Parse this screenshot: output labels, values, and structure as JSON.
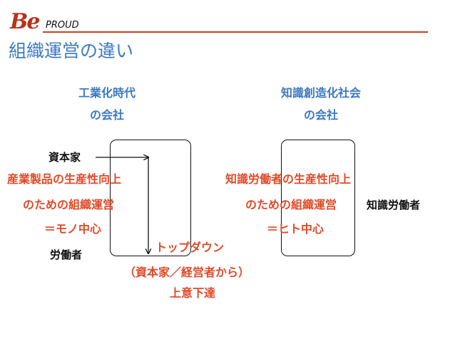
{
  "header": {
    "logo_mark": "Be",
    "logo_text": "PROUD",
    "title": "組織運営の違い"
  },
  "left_column": {
    "heading_line1": "工業化時代",
    "heading_line2": "の会社",
    "capitalist_label": "資本家",
    "focus_line1": "産業製品の生産性向上",
    "focus_line2": "のための組織運営",
    "focus_line3": "＝モノ中心",
    "worker_label": "労働者",
    "flow_label": "トップダウン",
    "flow_note_line1": "（資本家／経営者から）",
    "flow_note_line2": "上意下達"
  },
  "right_column": {
    "heading_line1": "知識創造化社会",
    "heading_line2": "の会社",
    "focus_line1": "知識労働者の生産性向上",
    "focus_line2": "のための組織運営",
    "focus_line3": "＝ヒト中心",
    "worker_label": "知識労働者"
  },
  "colors": {
    "brand": "#c9401e",
    "heading_blue": "#3b79c2",
    "accent_red": "#e04a28",
    "text": "#111111"
  }
}
